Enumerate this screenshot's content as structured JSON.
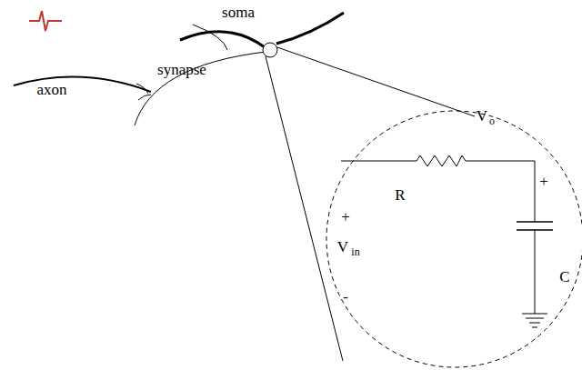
{
  "diagram": {
    "labels": [
      "soma",
      "axon",
      "synapse",
      "+",
      "V",
      "in",
      "-",
      "R",
      "V",
      "o",
      "+",
      "C"
    ]
  }
}
